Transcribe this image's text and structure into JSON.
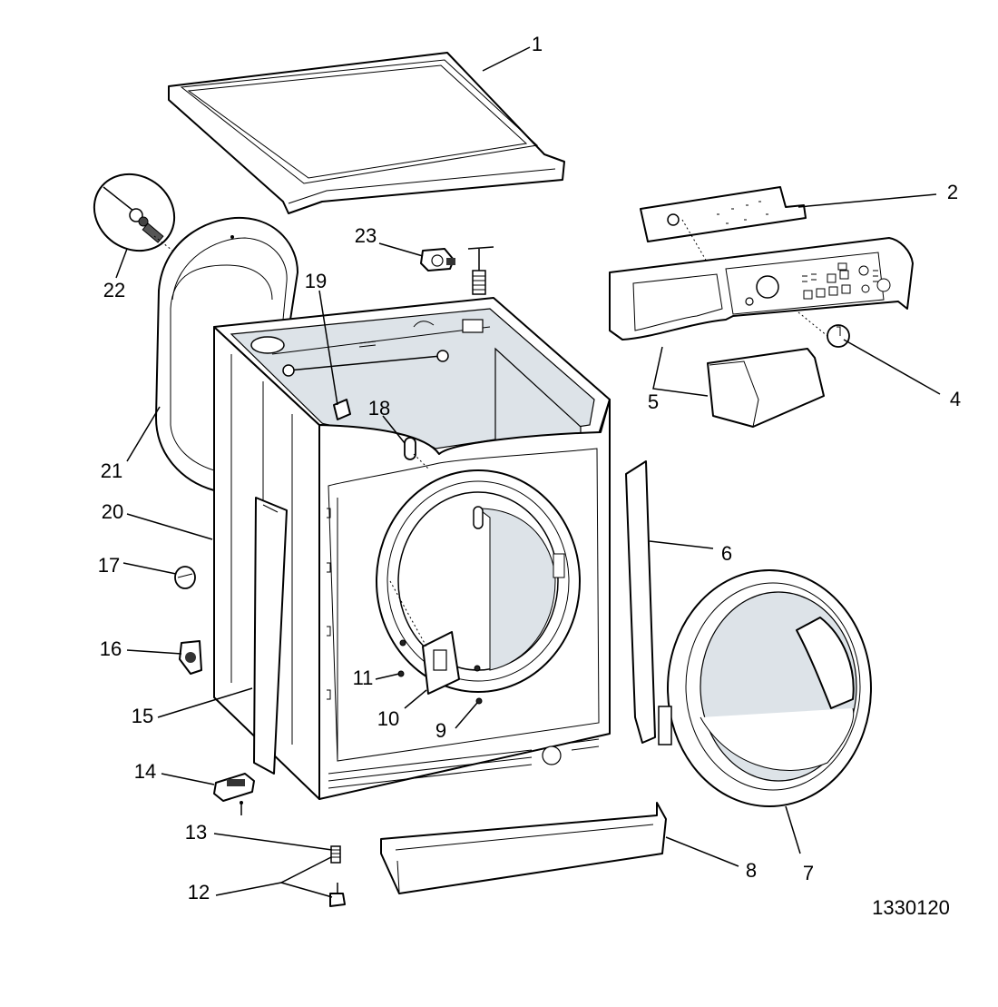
{
  "diagram": {
    "document_number": "1330120",
    "callouts": [
      {
        "id": "callout-1",
        "label": "1"
      },
      {
        "id": "callout-2",
        "label": "2"
      },
      {
        "id": "callout-4",
        "label": "4"
      },
      {
        "id": "callout-5",
        "label": "5"
      },
      {
        "id": "callout-6",
        "label": "6"
      },
      {
        "id": "callout-7",
        "label": "7"
      },
      {
        "id": "callout-8",
        "label": "8"
      },
      {
        "id": "callout-9",
        "label": "9"
      },
      {
        "id": "callout-10",
        "label": "10"
      },
      {
        "id": "callout-11",
        "label": "11"
      },
      {
        "id": "callout-12",
        "label": "12"
      },
      {
        "id": "callout-13",
        "label": "13"
      },
      {
        "id": "callout-14",
        "label": "14"
      },
      {
        "id": "callout-15",
        "label": "15"
      },
      {
        "id": "callout-16",
        "label": "16"
      },
      {
        "id": "callout-17",
        "label": "17"
      },
      {
        "id": "callout-18",
        "label": "18"
      },
      {
        "id": "callout-19",
        "label": "19"
      },
      {
        "id": "callout-20",
        "label": "20"
      },
      {
        "id": "callout-21",
        "label": "21"
      },
      {
        "id": "callout-22",
        "label": "22"
      },
      {
        "id": "callout-23",
        "label": "23"
      }
    ]
  }
}
